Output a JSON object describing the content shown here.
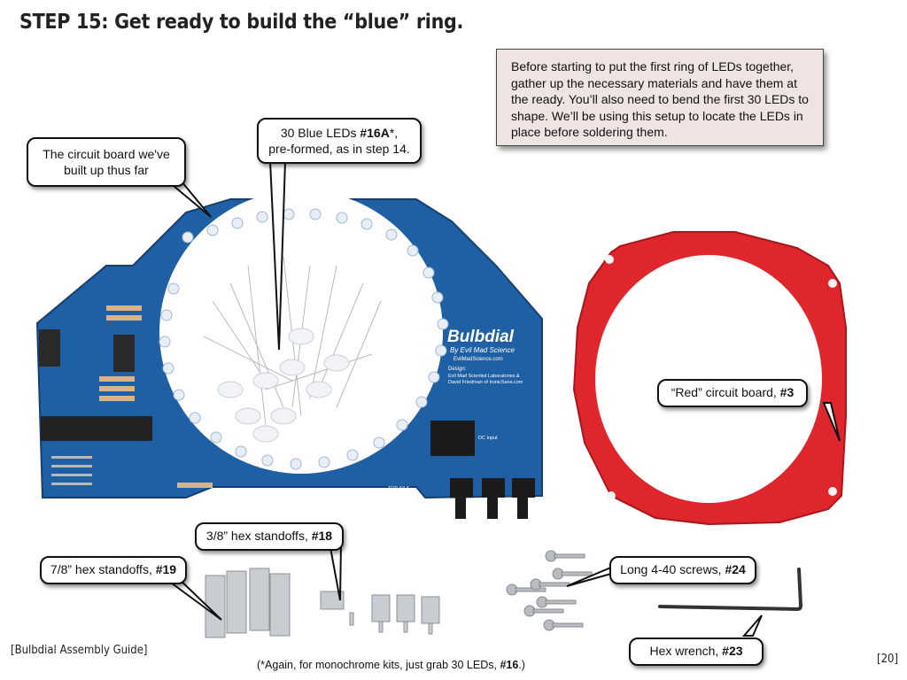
{
  "slide": {
    "title": "STEP 15: Get ready to build the “blue” ring.",
    "intro": "Before starting to put the first ring of LEDs together, gather up the necessary materials and have them at the ready.  You’ll also need to bend the first 30 LEDs to shape.  We’ll be using this setup to locate the LEDs in place before soldering them.",
    "footer_left": "[Bulbdial Assembly Guide]",
    "footnote": {
      "text": "(*Again, for monochrome kits, just grab 30 LEDs, ",
      "bold": "#16",
      "end": ".)"
    },
    "page_number": "[20]"
  },
  "board": {
    "name": "Bulbdial",
    "byline": "By Evil Mad Science",
    "url": "EvilMadScience.com",
    "design_label": "Design:",
    "design_credit_1": "Evil Mad Scientist Laboratories &",
    "design_credit_2": "David Friedman of IronicSans.com",
    "dc_label": "DC Input",
    "top_silk": "TOP SILK",
    "colors": {
      "blue_pcb": "#1f5fa3",
      "red_pcb": "#e0262d",
      "background": "#ffffff"
    }
  },
  "callouts": {
    "circuit_board": {
      "line1": "The circuit board we've",
      "line2": "built up thus far"
    },
    "blue_leds": {
      "pre": "30 Blue LEDs ",
      "bold": "#16A",
      "post": "*,",
      "line2": "pre-formed, as in step 14."
    },
    "red_board": {
      "pre": "“Red” circuit board, ",
      "bold": "#3"
    },
    "hex_38": {
      "pre": "3/8” hex standoffs, ",
      "bold": "#18"
    },
    "hex_78": {
      "pre": "7/8” hex standoffs, ",
      "bold": "#19"
    },
    "screws": {
      "pre": "Long 4-40 screws, ",
      "bold": "#24"
    },
    "wrench": {
      "pre": "Hex wrench, ",
      "bold": "#23"
    }
  }
}
